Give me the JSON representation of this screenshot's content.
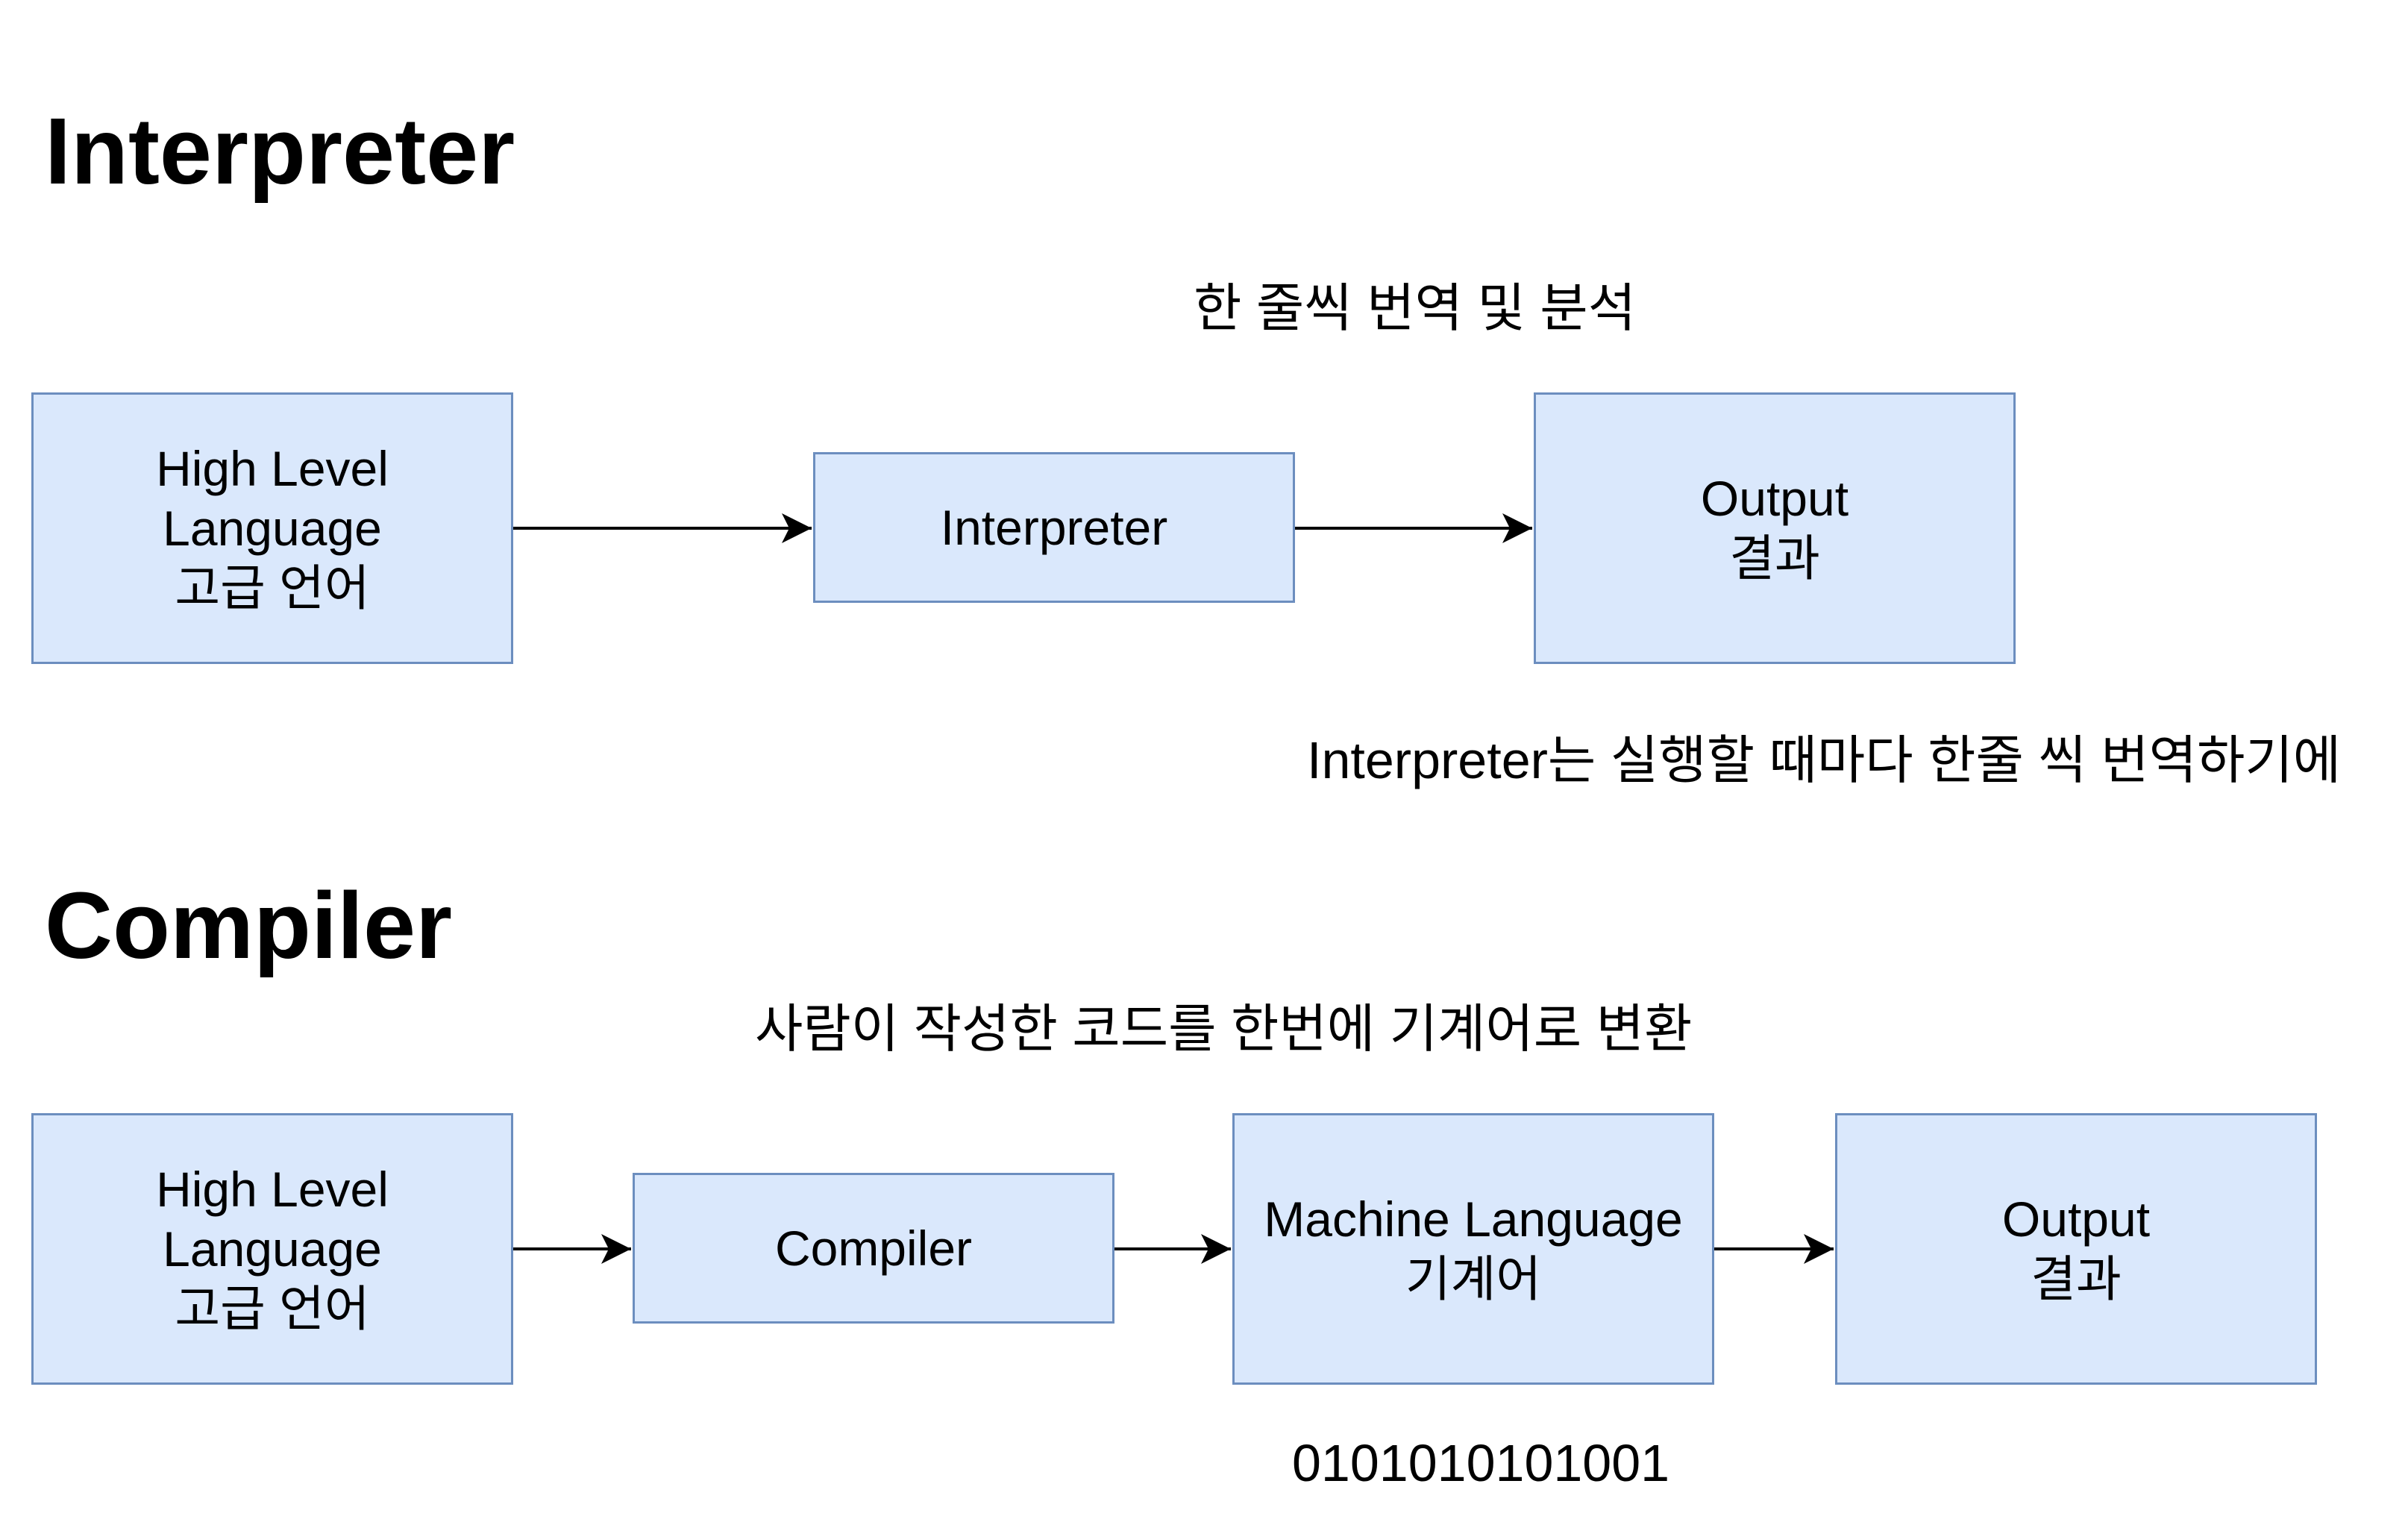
{
  "interpreter": {
    "title": "Interpreter",
    "process_note": "한 줄씩 번역 및 분석",
    "source_box": {
      "line1": "High Level",
      "line2": "Language",
      "line3": "고급 언어"
    },
    "interpreter_box": {
      "label": "Interpreter"
    },
    "output_box": {
      "line1": "Output",
      "line2": "결과"
    },
    "footer_note": "Interpreter는 실행할 때마다 한줄 씩 번역하기에"
  },
  "compiler": {
    "title": "Compiler",
    "process_note": "사람이 작성한 코드를 한번에 기계어로 변환",
    "source_box": {
      "line1": "High Level",
      "line2": "Language",
      "line3": "고급 언어"
    },
    "compiler_box": {
      "label": "Compiler"
    },
    "machine_box": {
      "line1": "Machine Language",
      "line2": "기계어"
    },
    "output_box": {
      "line1": "Output",
      "line2": "결과"
    },
    "binary_note": "0101010101001"
  },
  "colors": {
    "box_fill": "#dae8fc",
    "box_stroke": "#6c8ebf",
    "arrow": "#000000"
  }
}
